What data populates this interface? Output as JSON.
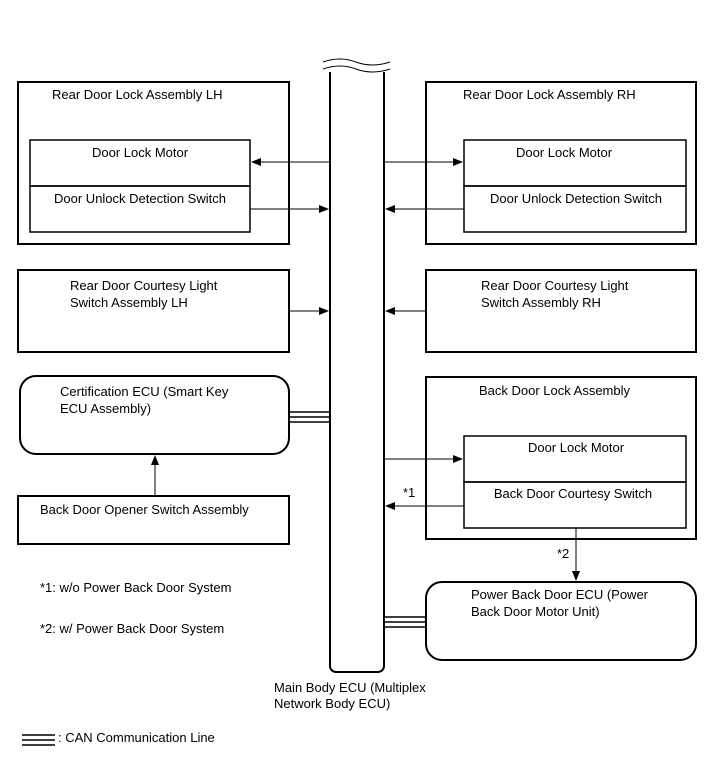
{
  "blocks": {
    "rear_lh": {
      "title": "Rear Door Lock Assembly LH",
      "motor": "Door Lock Motor",
      "switch": "Door Unlock Detection Switch"
    },
    "rear_rh": {
      "title": "Rear Door Lock Assembly RH",
      "motor": "Door Lock Motor",
      "switch": "Door Unlock Detection Switch"
    },
    "courtesy_lh": {
      "line1": "Rear Door Courtesy Light",
      "line2": "Switch Assembly LH"
    },
    "courtesy_rh": {
      "line1": "Rear Door Courtesy Light",
      "line2": "Switch Assembly RH"
    },
    "cert_ecu": {
      "line1": "Certification ECU (Smart Key",
      "line2": "ECU Assembly)"
    },
    "back_opener": {
      "label": "Back Door Opener Switch Assembly"
    },
    "back_lock": {
      "title": "Back Door Lock Assembly",
      "motor": "Door Lock Motor",
      "switch": "Back Door Courtesy Switch"
    },
    "power_back_ecu": {
      "line1": "Power Back Door ECU (Power",
      "line2": "Back Door Motor Unit)"
    },
    "main_ecu": {
      "line1": "Main Body ECU (Multiplex",
      "line2": "Network Body ECU)"
    }
  },
  "marks": {
    "star1": "*1",
    "star2": "*2"
  },
  "notes": {
    "note1": "*1: w/o Power Back Door System",
    "note2": "*2: w/ Power Back Door System"
  },
  "legend": {
    "can_label": ": CAN Communication Line"
  }
}
